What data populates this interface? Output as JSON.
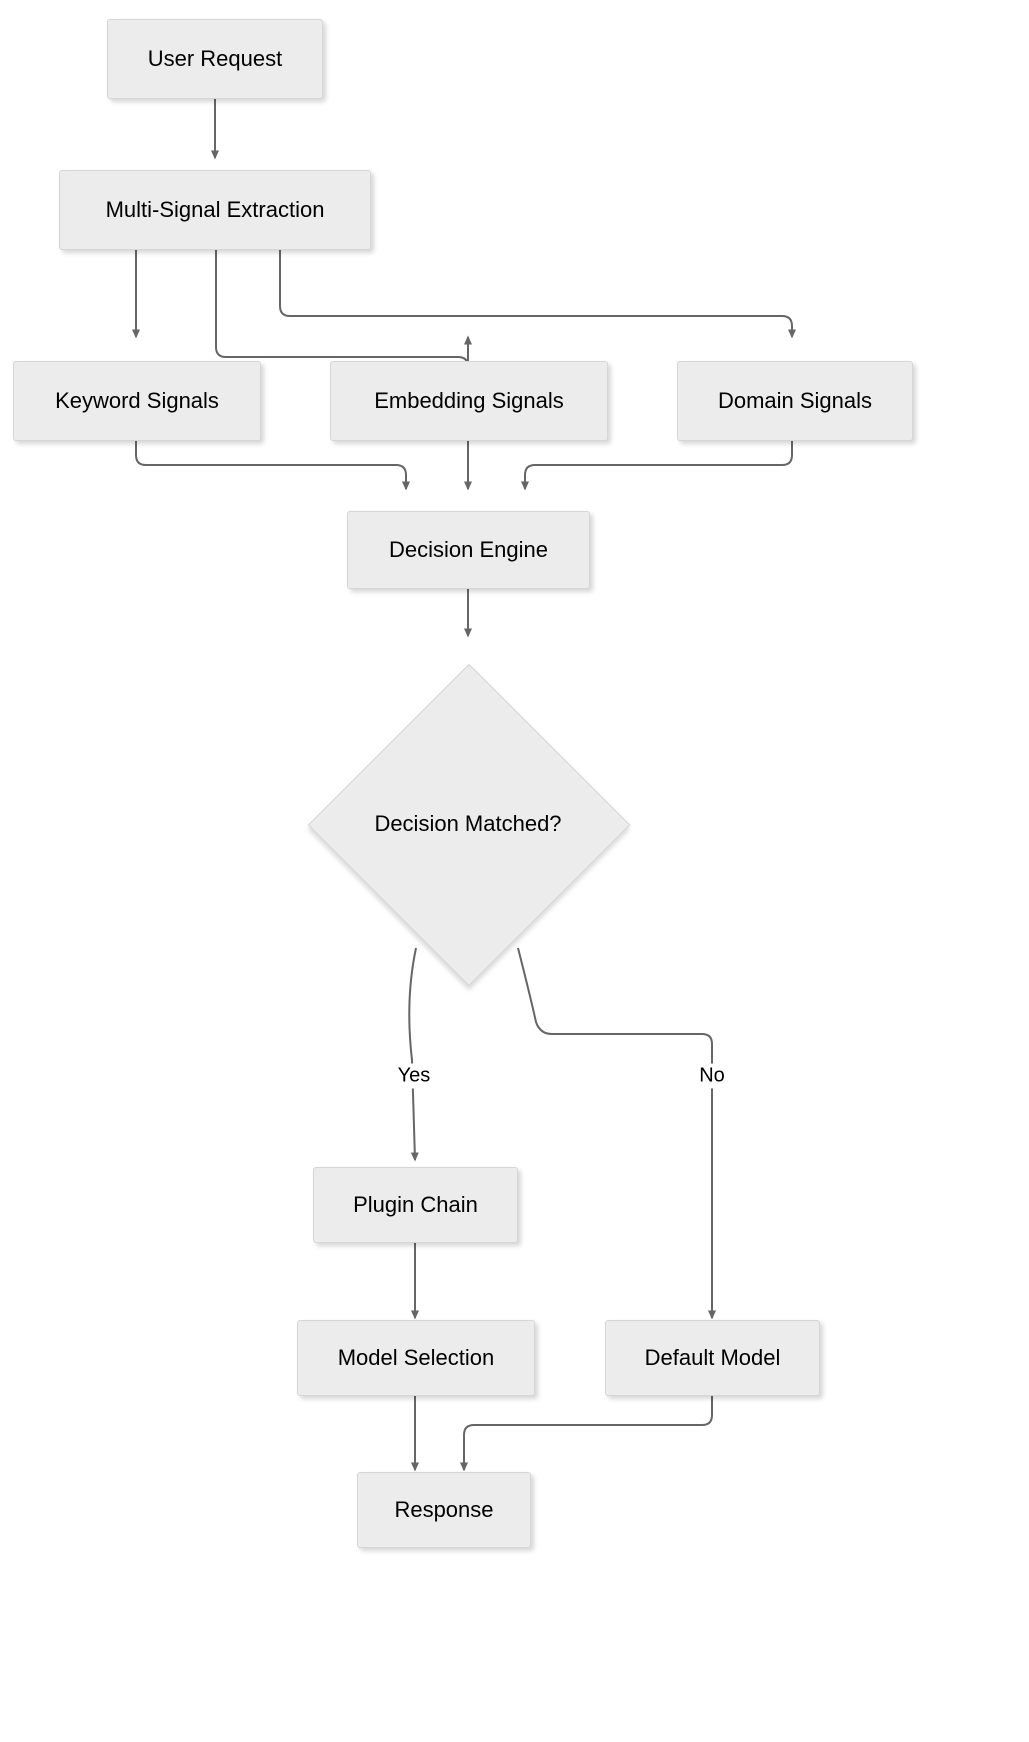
{
  "diagram": {
    "type": "flowchart",
    "direction": "top-down",
    "background_color": "#ffffff",
    "node_fill_color": "#ececec",
    "node_border_color": "#d6d6d6",
    "edge_color": "#666666",
    "text_color": "#000000",
    "nodes": [
      {
        "id": "user_request",
        "label": "User Request",
        "shape": "rect"
      },
      {
        "id": "multi_signal",
        "label": "Multi-Signal Extraction",
        "shape": "rect"
      },
      {
        "id": "keyword_signals",
        "label": "Keyword Signals",
        "shape": "rect"
      },
      {
        "id": "embedding_signals",
        "label": "Embedding Signals",
        "shape": "rect"
      },
      {
        "id": "domain_signals",
        "label": "Domain Signals",
        "shape": "rect"
      },
      {
        "id": "decision_engine",
        "label": "Decision Engine",
        "shape": "rect"
      },
      {
        "id": "decision_matched",
        "label": "Decision Matched?",
        "shape": "diamond"
      },
      {
        "id": "plugin_chain",
        "label": "Plugin Chain",
        "shape": "rect"
      },
      {
        "id": "model_selection",
        "label": "Model Selection",
        "shape": "rect"
      },
      {
        "id": "default_model",
        "label": "Default Model",
        "shape": "rect"
      },
      {
        "id": "response",
        "label": "Response",
        "shape": "rect"
      }
    ],
    "edges": [
      {
        "from": "user_request",
        "to": "multi_signal",
        "label": ""
      },
      {
        "from": "multi_signal",
        "to": "keyword_signals",
        "label": ""
      },
      {
        "from": "multi_signal",
        "to": "embedding_signals",
        "label": ""
      },
      {
        "from": "multi_signal",
        "to": "domain_signals",
        "label": ""
      },
      {
        "from": "keyword_signals",
        "to": "decision_engine",
        "label": ""
      },
      {
        "from": "embedding_signals",
        "to": "decision_engine",
        "label": ""
      },
      {
        "from": "domain_signals",
        "to": "decision_engine",
        "label": ""
      },
      {
        "from": "decision_engine",
        "to": "decision_matched",
        "label": ""
      },
      {
        "from": "decision_matched",
        "to": "plugin_chain",
        "label": "Yes"
      },
      {
        "from": "decision_matched",
        "to": "default_model",
        "label": "No"
      },
      {
        "from": "plugin_chain",
        "to": "model_selection",
        "label": ""
      },
      {
        "from": "model_selection",
        "to": "response",
        "label": ""
      },
      {
        "from": "default_model",
        "to": "response",
        "label": ""
      }
    ],
    "edge_labels": {
      "yes": "Yes",
      "no": "No"
    }
  }
}
